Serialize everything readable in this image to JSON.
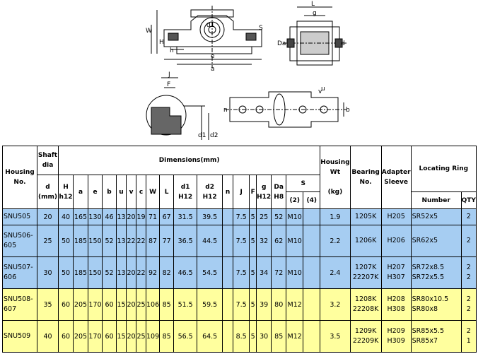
{
  "drawing_labels": {
    "main_view": [
      "W",
      "H",
      "h",
      "e",
      "a",
      "d1",
      "S"
    ],
    "side_view": [
      "L",
      "g",
      "Da",
      "d"
    ],
    "detail_view": [
      "J",
      "F",
      "d1",
      "d2"
    ],
    "top_view": [
      "v",
      "n",
      "u",
      "b"
    ]
  },
  "table": {
    "headers": {
      "housing_no": "Housing No.",
      "shaft_dia": "Shaft dia",
      "dimensions": "Dimensions(mm)",
      "housing_wt": "Housing Wt",
      "bearing_no": "Bearing No.",
      "adapter_sleeve": "Adapter Sleeve",
      "locating_ring": "Locating Ring",
      "d_mm": "d (mm)",
      "H": "H",
      "H_tol": "h12",
      "a": "a",
      "e": "e",
      "b": "b",
      "u": "u",
      "v": "v",
      "c": "c",
      "W": "W",
      "L": "L",
      "d1": "d1",
      "d1_tol": "H12",
      "d2": "d2",
      "d2_tol": "H12",
      "n": "n",
      "J": "J",
      "F": "F",
      "g": "g",
      "g_tol": "H12",
      "Da": "Da",
      "Da_tol": "H8",
      "S": "S",
      "S2": "(2)",
      "S4": "(4)",
      "kg": "(kg)",
      "number": "Number",
      "qty": "QTY"
    },
    "rows": [
      {
        "housing": "SNU505",
        "d": "20",
        "H": "40",
        "a": "165",
        "e": "130",
        "b": "46",
        "u": "13",
        "v": "20",
        "c": "19",
        "W": "71",
        "L": "67",
        "d1": "31.5",
        "d2": "39.5",
        "n": "",
        "J": "7.5",
        "F": "5",
        "g": "25",
        "Da": "52",
        "S2": "M10",
        "S4": "",
        "wt": "1.9",
        "bearing": [
          "1205K"
        ],
        "sleeve": [
          "H205"
        ],
        "ring": [
          "SR52x5"
        ],
        "qty": [
          "2"
        ],
        "color": "blue"
      },
      {
        "housing": "SNU506-605",
        "d": "25",
        "H": "50",
        "a": "185",
        "e": "150",
        "b": "52",
        "u": "13",
        "v": "22",
        "c": "22",
        "W": "87",
        "L": "77",
        "d1": "36.5",
        "d2": "44.5",
        "n": "",
        "J": "7.5",
        "F": "5",
        "g": "32",
        "Da": "62",
        "S2": "M10",
        "S4": "",
        "wt": "2.2",
        "bearing": [
          "1206K"
        ],
        "sleeve": [
          "H206"
        ],
        "ring": [
          "SR62x5"
        ],
        "qty": [
          "2"
        ],
        "color": "blue"
      },
      {
        "housing": "SNU507-606",
        "d": "30",
        "H": "50",
        "a": "185",
        "e": "150",
        "b": "52",
        "u": "13",
        "v": "20",
        "c": "22",
        "W": "92",
        "L": "82",
        "d1": "46.5",
        "d2": "54.5",
        "n": "",
        "J": "7.5",
        "F": "5",
        "g": "34",
        "Da": "72",
        "S2": "M10",
        "S4": "",
        "wt": "2.4",
        "bearing": [
          "1207K",
          "22207K"
        ],
        "sleeve": [
          "H207",
          "H307"
        ],
        "ring": [
          "SR72x8.5",
          "SR72x5.5"
        ],
        "qty": [
          "2",
          "2"
        ],
        "color": "blue"
      },
      {
        "housing": "SNU508-607",
        "d": "35",
        "H": "60",
        "a": "205",
        "e": "170",
        "b": "60",
        "u": "15",
        "v": "20",
        "c": "25",
        "W": "106",
        "L": "85",
        "d1": "51.5",
        "d2": "59.5",
        "n": "",
        "J": "7.5",
        "F": "5",
        "g": "39",
        "Da": "80",
        "S2": "M12",
        "S4": "",
        "wt": "3.2",
        "bearing": [
          "1208K",
          "22208K"
        ],
        "sleeve": [
          "H208",
          "H308"
        ],
        "ring": [
          "SR80x10.5",
          "SR80x8"
        ],
        "qty": [
          "2",
          "2"
        ],
        "color": "yellow"
      },
      {
        "housing": "SNU509",
        "d": "40",
        "H": "60",
        "a": "205",
        "e": "170",
        "b": "60",
        "u": "15",
        "v": "20",
        "c": "25",
        "W": "109",
        "L": "85",
        "d1": "56.5",
        "d2": "64.5",
        "n": "",
        "J": "8.5",
        "F": "5",
        "g": "30",
        "Da": "85",
        "S2": "M12",
        "S4": "",
        "wt": "3.5",
        "bearing": [
          "1209K",
          "22209K"
        ],
        "sleeve": [
          "H209",
          "H309"
        ],
        "ring": [
          "SR85x5.5",
          "SR85x7"
        ],
        "qty": [
          "2",
          "1"
        ],
        "color": "yellow"
      }
    ]
  }
}
